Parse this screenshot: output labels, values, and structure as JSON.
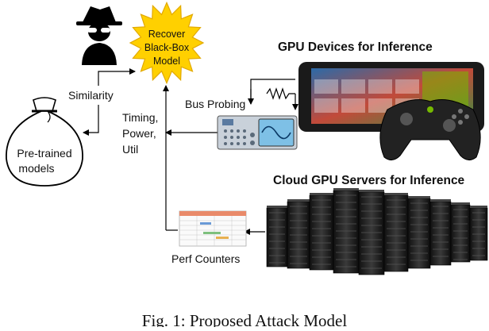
{
  "diagram": {
    "nodes": {
      "recover": [
        "Recover",
        "Black-Box",
        "Model"
      ],
      "pretrained": [
        "Pre-trained",
        "models"
      ],
      "gpu_devices_title": "GPU Devices for Inference",
      "cloud_title": "Cloud GPU Servers for Inference"
    },
    "edge_labels": {
      "similarity": "Similarity",
      "side_channels": [
        "Timing,",
        "Power,",
        "Util"
      ],
      "bus_probing": "Bus Probing",
      "perf_counters": "Perf Counters"
    },
    "caption": "Fig. 1: Proposed Attack Model"
  },
  "colors": {
    "starburst": "#ffd000",
    "starburst_edge": "#e2a900",
    "attacker": "#000000",
    "oscilloscope": "#c9d1da",
    "screen": "#7ec0e6",
    "device": "#1a1a1a"
  },
  "icons": [
    "attacker-icon",
    "starburst-icon",
    "money-bag-icon",
    "oscilloscope-icon",
    "tablet-icon",
    "gamepad-icon",
    "server-rack-icon",
    "spreadsheet-icon"
  ]
}
